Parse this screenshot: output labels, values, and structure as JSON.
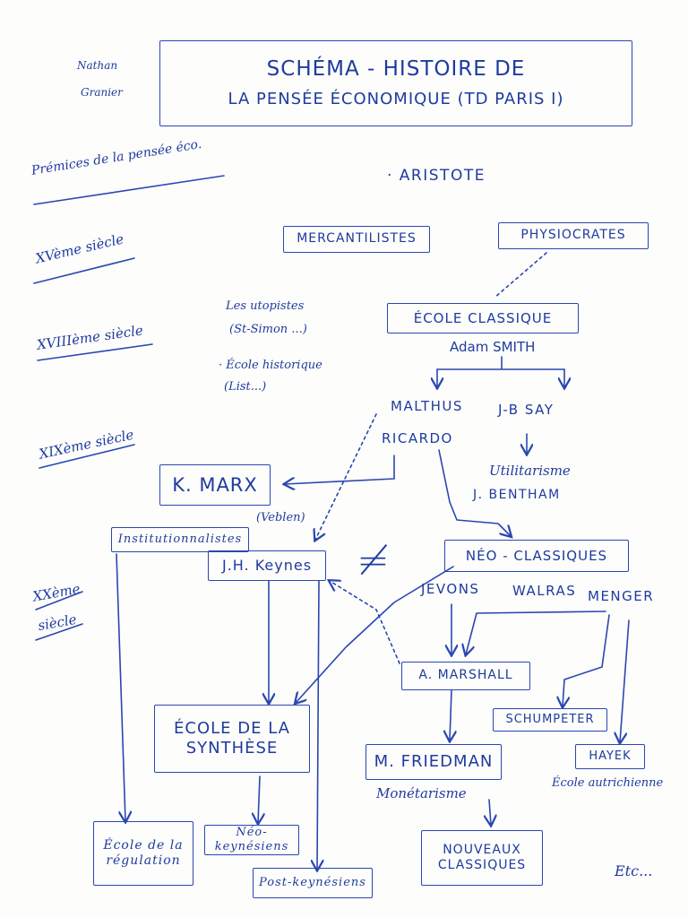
{
  "author": [
    "Nathan",
    "Granier"
  ],
  "title": {
    "line1": "SCHÉMA - HISTOIRE DE",
    "line2": "LA PENSÉE ÉCONOMIQUE (TD PARIS I)"
  },
  "side_labels": {
    "premices": "Prémices de la pensée éco.",
    "c15": "XVème siècle",
    "c18": "XVIIIème siècle",
    "c19": "XIXème siècle",
    "c20": "XXème siècle"
  },
  "nodes": {
    "aristote": "· ARISTOTE",
    "mercantilistes": "MERCANTILISTES",
    "physiocrates": "PHYSIOCRATES",
    "utopistes": "Les utopistes",
    "utopistes_sub": "(St-Simon ...)",
    "ecole_historique": "· École historique",
    "ecole_historique_sub": "(List...)",
    "ecole_classique": "ÉCOLE CLASSIQUE",
    "adam_smith": "Adam SMITH",
    "malthus": "MALTHUS",
    "ricardo": "RICARDO",
    "jb_say": "J-B SAY",
    "utilitarisme": "Utilitarisme",
    "bentham": "J. BENTHAM",
    "marx": "K. MARX",
    "veblen": "(Veblen)",
    "institutionnalistes": "Institutionnalistes",
    "keynes": "J.H. Keynes",
    "neq": "≠",
    "neo_classiques": "NÉO - CLASSIQUES",
    "jevons": "JEVONS",
    "walras": "WALRAS",
    "menger": "MENGER",
    "marshall": "A. MARSHALL",
    "schumpeter": "SCHUMPETER",
    "hayek": "HAYEK",
    "ecole_autrichienne": "École autrichienne",
    "synthese": "ÉCOLE DE LA SYNTHÈSE",
    "friedman": "M. FRIEDMAN",
    "monetarisme": "Monétarisme",
    "regulation": "École de la régulation",
    "neo_keynesiens": "Néo-keynésiens",
    "post_keynesiens": "Post-keynésiens",
    "nouveaux_classiques": "NOUVEAUX CLASSIQUES",
    "etc": "Etc..."
  },
  "colors": {
    "ink": "#2a47b0",
    "highlight": "#3aa0e8"
  }
}
